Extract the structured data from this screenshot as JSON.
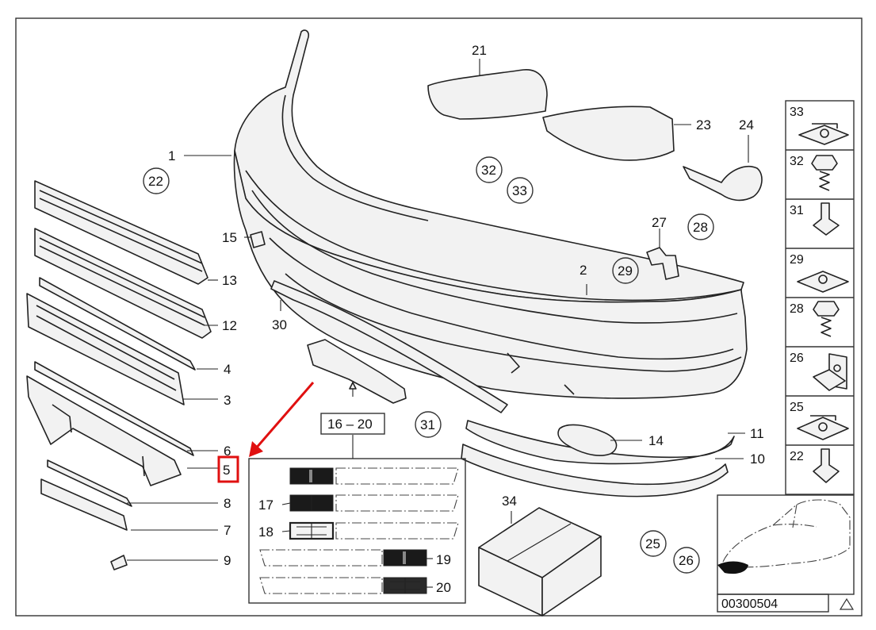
{
  "callouts": {
    "c1": "1",
    "c2": "2",
    "c3": "3",
    "c4": "4",
    "c5": "5",
    "c6": "6",
    "c7": "7",
    "c8": "8",
    "c9": "9",
    "c10": "10",
    "c11": "11",
    "c12": "12",
    "c13": "13",
    "c14": "14",
    "c15": "15",
    "c21": "21",
    "c23": "23",
    "c24": "24",
    "c27": "27",
    "c30": "30",
    "c34": "34",
    "range": "16 – 20",
    "c17": "17",
    "c18": "18",
    "c19": "19",
    "c20": "20"
  },
  "circled": {
    "c22": "22",
    "c32": "32",
    "c33": "33",
    "c28": "28",
    "c29": "29",
    "c31": "31",
    "c25": "25",
    "c26": "26"
  },
  "hardware": [
    "33",
    "32",
    "31",
    "29",
    "28",
    "26",
    "25",
    "22"
  ],
  "reference": {
    "code": "00300504"
  },
  "highlight": {
    "label": "5",
    "color": "#e01010"
  }
}
